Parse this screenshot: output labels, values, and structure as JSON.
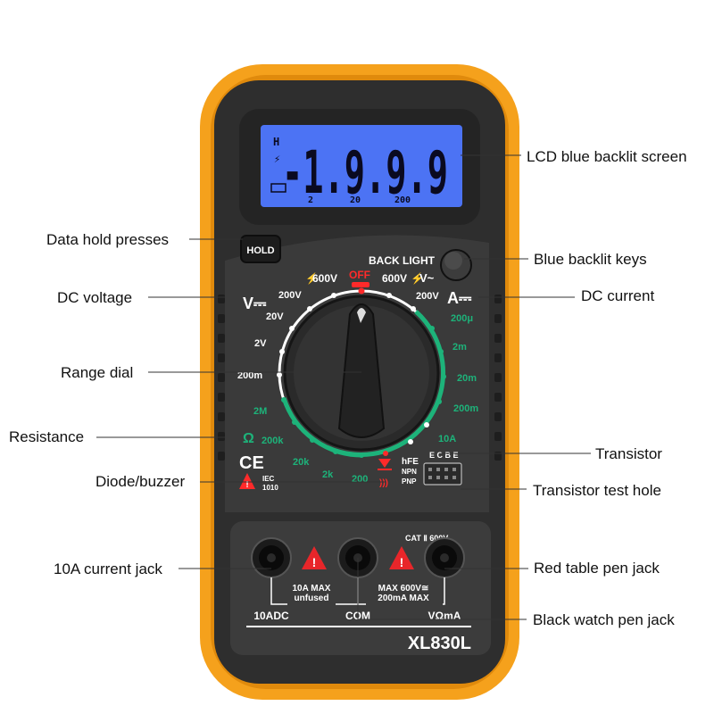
{
  "colors": {
    "holster": "#f5a11c",
    "body": "#2e2e2e",
    "panel": "#3a3a3a",
    "lcd": "#3b63f0",
    "green": "#1db37a",
    "red": "#ff2a2a"
  },
  "device": {
    "model": "XL830L",
    "lcd_reading": "-1.9.9.9",
    "lcd_h": "H",
    "lcd_scale": [
      "2",
      "20",
      "200"
    ],
    "hold_label": "HOLD",
    "backlight_label": "BACK LIGHT",
    "off_label": "OFF",
    "dial_labels": {
      "v_dc_symbol": "V⎓",
      "a_dc_symbol": "A⎓",
      "omega": "Ω",
      "v600_left": "600V",
      "v600_right": "600V",
      "vac": "V~",
      "v200_left": "200V",
      "v200_right": "200V",
      "v20": "20V",
      "v2": "2V",
      "v200m": "200m",
      "r2M": "2M",
      "r200k": "200k",
      "r20k": "20k",
      "r2k": "2k",
      "r200": "200",
      "a200u": "200μ",
      "a2m": "2m",
      "a20m": "20m",
      "a200m": "200m",
      "a10A": "10A",
      "hfe": "hFE",
      "npn": "NPN",
      "pnp": "PNP",
      "ebce": "E C B E"
    },
    "ce_mark": "CE",
    "iec_line1": "IEC",
    "iec_line2": "1010",
    "cat_rating": "CAT Ⅱ 600V",
    "jack_note_left_1": "10A MAX",
    "jack_note_left_2": "unfused",
    "jack_note_right_1": "MAX 600V≅",
    "jack_note_right_2": "200mA MAX",
    "jack_10a": "10ADC",
    "jack_com": "COM",
    "jack_vma": "VΩmA"
  },
  "callouts": {
    "lcd": "LCD blue backlit screen",
    "hold": "Data hold presses",
    "backlight_key": "Blue backlit keys",
    "dc_voltage": "DC voltage",
    "dc_current": "DC current",
    "range_dial": "Range dial",
    "resistance": "Resistance",
    "transistor": "Transistor",
    "diode": "Diode/buzzer",
    "transistor_hole": "Transistor test hole",
    "current_jack": "10A current jack",
    "red_jack": "Red table pen jack",
    "black_jack": "Black watch pen jack"
  }
}
